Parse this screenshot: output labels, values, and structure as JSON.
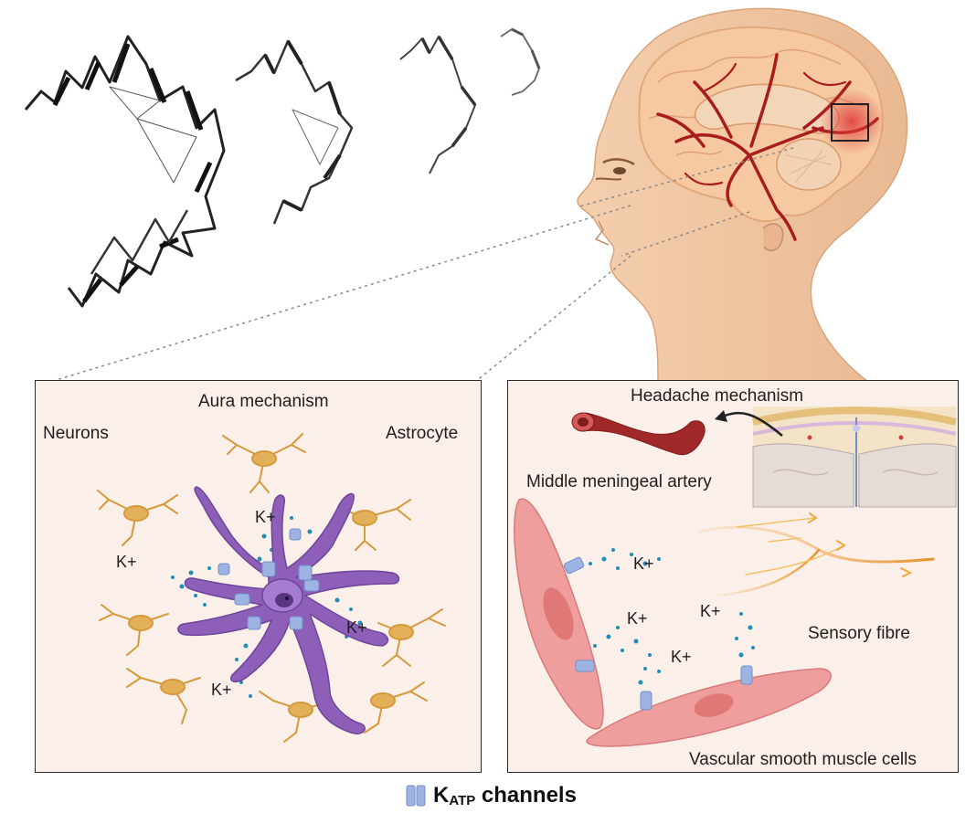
{
  "aura": {
    "title": "Aura mechanism",
    "neurons_label": "Neurons",
    "astrocyte_label": "Astrocyte",
    "ions": [
      "K+",
      "K+",
      "K+",
      "K+"
    ]
  },
  "headache": {
    "title": "Headache mechanism",
    "artery_label": "Middle meningeal artery",
    "fibre_label": "Sensory fibre",
    "cells_label": "Vascular smooth muscle cells",
    "ions": [
      "K+",
      "K+",
      "K+",
      "K+"
    ]
  },
  "legend": {
    "symbol": "K",
    "subscript": "ATP",
    "suffix": " channels"
  },
  "colors": {
    "astrocyte": "#8e5fb8",
    "neuron": "#e3b05a",
    "channel": "#9db4e2",
    "ions": "#1f8fb5",
    "muscle": "#ef9e9e",
    "artery": "#9b2424",
    "fibre": "#e8902a",
    "panel": "#fbefe9"
  }
}
